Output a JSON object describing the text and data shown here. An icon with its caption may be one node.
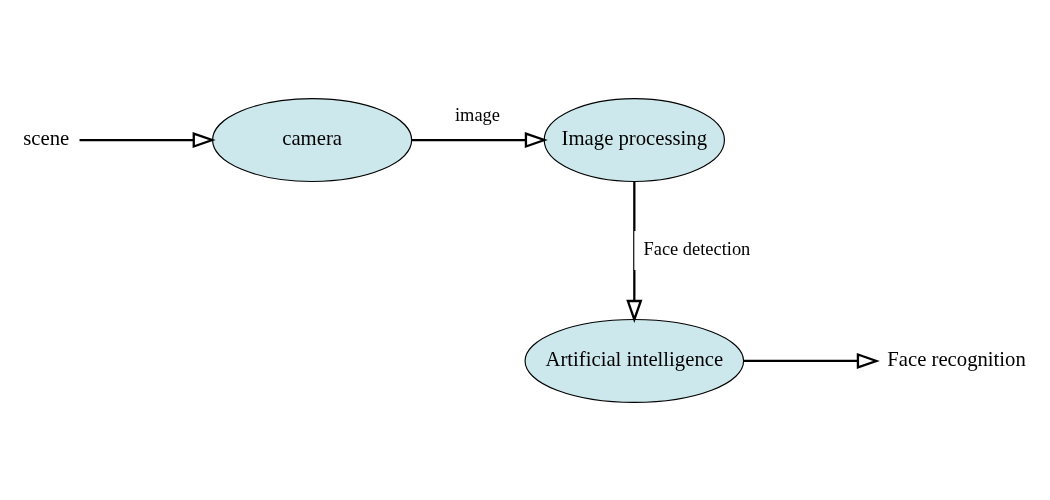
{
  "diagram": {
    "nodes": [
      {
        "text": [
          "scene"
        ]
      },
      {
        "text": [
          "camera"
        ]
      },
      {
        "text": [
          "Image processing"
        ]
      },
      {
        "text": [
          "Artificial intelligence"
        ]
      },
      {
        "text": [
          "Face recognition"
        ]
      }
    ],
    "edges": [
      {
        "from": 0,
        "to": 1,
        "arrow": "to"
      },
      {
        "from": 1,
        "to": 2,
        "arrow": "to",
        "label": "image"
      },
      {
        "from": 2,
        "to": 3,
        "arrow": "to",
        "label": "Face detection"
      },
      {
        "from": 3,
        "to": 4,
        "arrow": "to"
      }
    ]
  }
}
